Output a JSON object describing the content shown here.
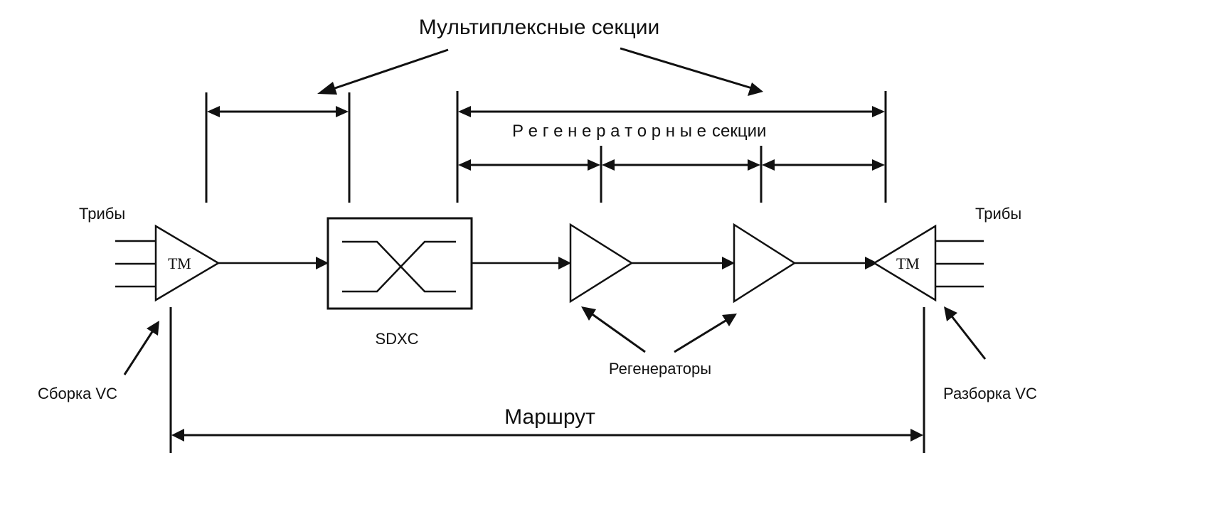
{
  "diagram": {
    "multiplex_sections_label": "Мультиплексные секции",
    "regenerator_sections_label_spaced": "Р е г е н е р а т о р н ы е",
    "regenerator_sections_label_tail": "секции",
    "tribs_left": "Трибы",
    "tribs_right": "Трибы",
    "tm_left": "ТМ",
    "tm_right": "ТМ",
    "sdxc": "SDXC",
    "regenerators": "Регенераторы",
    "assembly_vc": "Сборка VC",
    "disassembly_vc": "Разборка VC",
    "route": "Маршрут"
  }
}
